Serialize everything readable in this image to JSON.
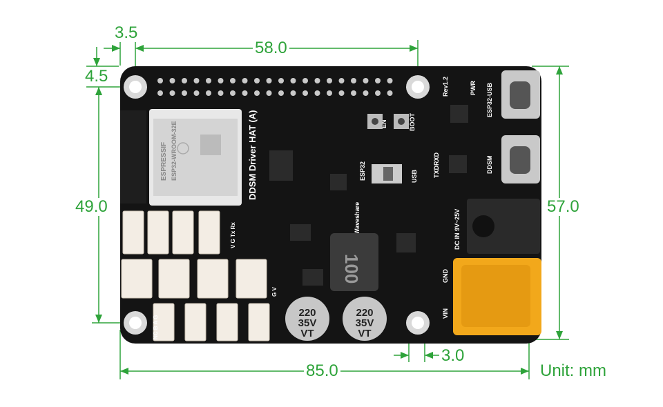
{
  "dimensions": {
    "top_offset": "3.5",
    "left_offset": "4.5",
    "hole_spacing_x": "58.0",
    "hole_spacing_y": "49.0",
    "board_height": "57.0",
    "board_width": "85.0",
    "right_offset": "3.0",
    "unit": "Unit: mm"
  },
  "silkscreen": {
    "board_name": "DDSM Driver HAT (A)",
    "revision": "Rev1.2",
    "pwr": "PWR",
    "esp32_usb": "ESP32-USB",
    "ddsm": "DDSM",
    "en": "EN",
    "boot": "BOOT",
    "rxd": "RXD",
    "txd": "TXD",
    "usb": "USB",
    "esp32": "ESP32",
    "dc_in": "DC IN 9V~25V",
    "gnd": "GND",
    "vin": "VIN",
    "brand": "Waveshare",
    "uart_pins": "V G Tx Rx",
    "g_v_pins": "G V",
    "ncbag_pins": "NC B A G",
    "inductor": "100",
    "cap_left": [
      "220",
      "35V",
      "VT"
    ],
    "cap_right": [
      "220",
      "35V",
      "VT"
    ],
    "module_brand": "ESPRESSIF",
    "module_model": "ESP32-WROOM-32E"
  },
  "colors": {
    "dimension_green": "#2ea33a",
    "pcb_black": "#111111",
    "connector_yellow": "#f2a81b"
  }
}
